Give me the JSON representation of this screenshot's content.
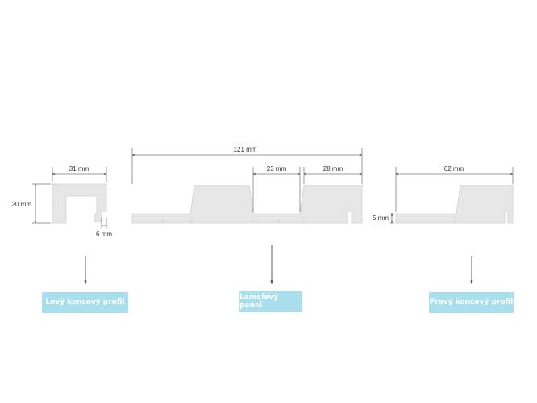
{
  "dimensions": {
    "left_width": "31 mm",
    "left_height": "20 mm",
    "left_gap": "6 mm",
    "panel_total": "121 mm",
    "panel_gap": "23 mm",
    "panel_raised": "28 mm",
    "right_width": "62 mm",
    "right_base": "5 mm"
  },
  "labels": {
    "left": "Levý koncový profil",
    "center": "Lamelový panel",
    "right": "Pravý koncový profil"
  },
  "colors": {
    "label_bg": "#a9dfec",
    "profile_fill": "#e6e6e6",
    "profile_stroke": "#d2d2d2",
    "dimension_line": "#333333"
  }
}
